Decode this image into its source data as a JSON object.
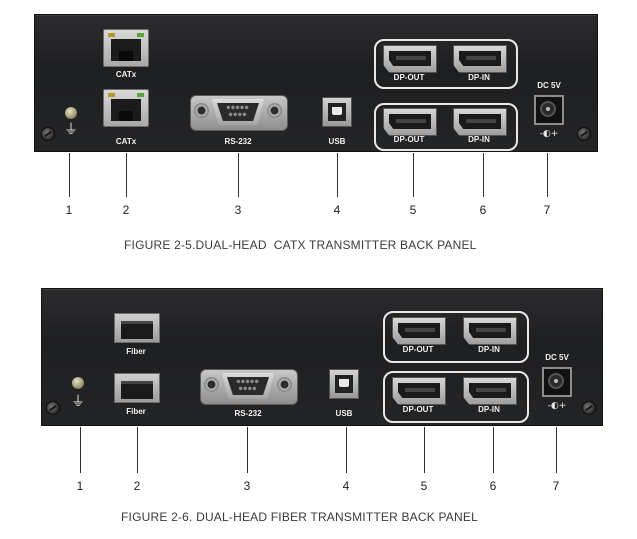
{
  "figure1": {
    "caption": "FIGURE 2-5.DUAL-HEAD  CATX TRANSMITTER BACK PANEL",
    "port_labels": {
      "catx_top": "CATx",
      "catx_bottom": "CATx",
      "rs232": "RS-232",
      "usb": "USB",
      "dp_out_top": "DP-OUT",
      "dp_in_top": "DP-IN",
      "dp_out_bottom": "DP-OUT",
      "dp_in_bottom": "DP-IN",
      "dc": "DC 5V",
      "polarity": "-◐+"
    },
    "callouts": [
      "1",
      "2",
      "3",
      "4",
      "5",
      "6",
      "7"
    ],
    "ground_symbol": "⏚"
  },
  "figure2": {
    "caption": "FIGURE 2-6. DUAL-HEAD FIBER TRANSMITTER BACK PANEL",
    "port_labels": {
      "fiber_top": "Fiber",
      "fiber_bottom": "Fiber",
      "rs232": "RS-232",
      "usb": "USB",
      "dp_out_top": "DP-OUT",
      "dp_in_top": "DP-IN",
      "dp_out_bottom": "DP-OUT",
      "dp_in_bottom": "DP-IN",
      "dc": "DC 5V",
      "polarity": "-◐+"
    },
    "callouts": [
      "1",
      "2",
      "3",
      "4",
      "5",
      "6",
      "7"
    ],
    "ground_symbol": "⏚"
  },
  "icons": {
    "ground": "ground-icon",
    "rj45": "rj45-port-icon",
    "sfp": "sfp-port-icon",
    "db9": "serial-port-icon",
    "usb": "usb-b-port-icon",
    "displayport": "displayport-icon",
    "dc_jack": "dc-jack-icon",
    "screw": "screw-icon"
  },
  "colors": {
    "panel": "#232426",
    "label": "#f0f0f0",
    "led_amber": "#b59a2a",
    "led_green": "#59a63c",
    "caption": "#3a3a3a"
  }
}
